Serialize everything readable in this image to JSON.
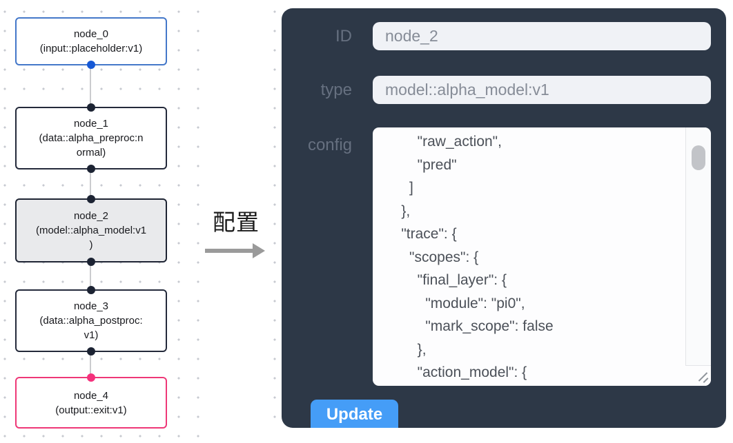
{
  "canvas": {
    "nodes": [
      {
        "label": "node_0\n(input::placeholder:v1)"
      },
      {
        "label": "node_1\n(data::alpha_preproc:n\normal)"
      },
      {
        "label": "node_2\n(model::alpha_model:v1\n)"
      },
      {
        "label": "node_3\n(data::alpha_postproc:\nv1)"
      },
      {
        "label": "node_4\n(output::exit:v1)"
      }
    ]
  },
  "annotation": {
    "label": "配置"
  },
  "panel": {
    "id_label": "ID",
    "id_value": "node_2",
    "type_label": "type",
    "type_value": "model::alpha_model:v1",
    "config_label": "config",
    "config_text": "        \"raw_action\",\n        \"pred\"\n      ]\n    },\n    \"trace\": {\n      \"scopes\": {\n        \"final_layer\": {\n          \"module\": \"pi0\",\n          \"mark_scope\": false\n        },\n        \"action_model\": {",
    "update_label": "Update"
  },
  "colors": {
    "panel_bg": "#2d3847",
    "button_blue": "#459df7",
    "input_node_border": "#4377c9",
    "output_node_border": "#ee3777",
    "input_port_blue": "#1659d6",
    "output_port_pink": "#f4317c",
    "selected_node_bg": "#e9eaec"
  }
}
